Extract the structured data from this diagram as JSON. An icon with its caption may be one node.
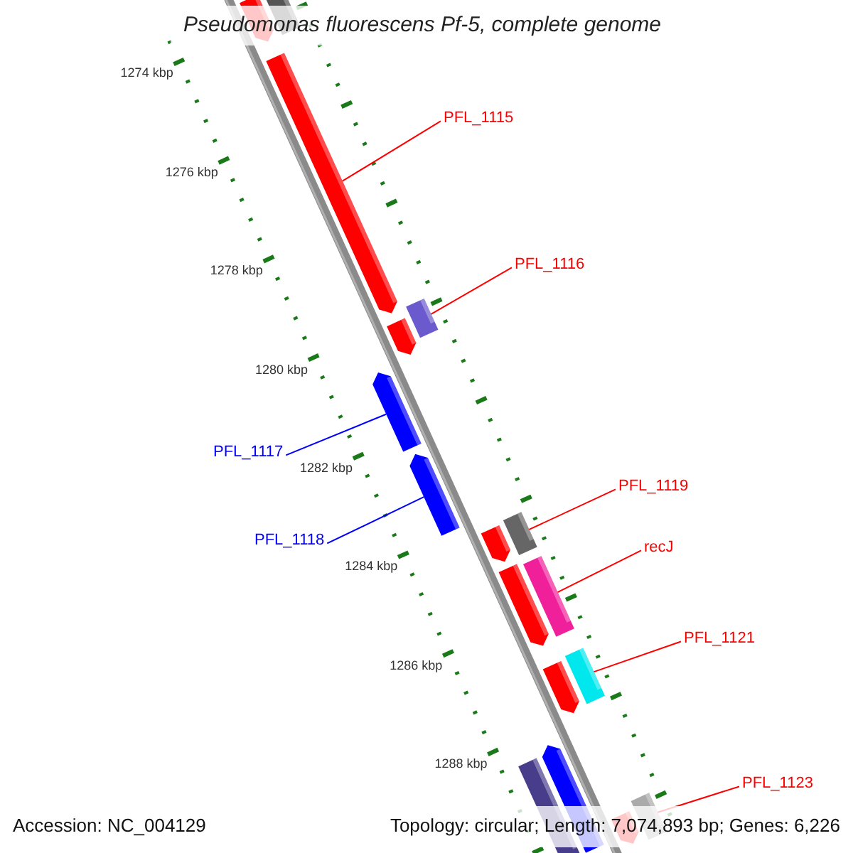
{
  "diagram": {
    "title": "Pseudomonas fluorescens Pf-5, complete genome",
    "nodes": [
      {
        "text": [],
        "shape": "bar"
      },
      {
        "text": [],
        "shape": "bar"
      },
      {
        "text": [
          "PFL_1115"
        ]
      },
      {
        "text": [],
        "shape": "bar"
      },
      {
        "text": [
          "PFL_1116"
        ]
      },
      {
        "text": [],
        "shape": "bar"
      },
      {
        "text": [],
        "shape": "bar"
      },
      {
        "text": [
          "PFL_1117"
        ]
      },
      {
        "text": [],
        "shape": "bar"
      },
      {
        "text": [
          "PFL_1118"
        ]
      },
      {
        "text": [],
        "shape": "bar"
      },
      {
        "text": [
          "PFL_1119"
        ]
      },
      {
        "text": [],
        "shape": "bar"
      },
      {
        "text": [],
        "shape": "bar"
      },
      {
        "text": [
          "recJ"
        ]
      },
      {
        "text": [],
        "shape": "bar"
      },
      {
        "text": [],
        "shape": "bar"
      },
      {
        "text": [
          "PFL_1121"
        ]
      },
      {
        "text": [],
        "shape": "bar"
      },
      {
        "text": [],
        "shape": "bar"
      },
      {
        "text": [],
        "shape": "bar"
      },
      {
        "text": [],
        "shape": "bar"
      },
      {
        "text": [
          "PFL_1123"
        ]
      },
      {
        "text": [],
        "shape": "bar"
      },
      {
        "text": [],
        "shape": "bar"
      }
    ],
    "edges": [
      {
        "from": 2,
        "to": 3,
        "arrow": "none"
      },
      {
        "from": 4,
        "to": 6,
        "arrow": "none"
      },
      {
        "from": 7,
        "to": 8,
        "arrow": "none",
        "color": "#0000ff"
      },
      {
        "from": 9,
        "to": 10,
        "arrow": "none",
        "color": "#0000ff"
      },
      {
        "from": 11,
        "to": 13,
        "arrow": "none"
      },
      {
        "from": 14,
        "to": 16,
        "arrow": "none"
      },
      {
        "from": 17,
        "to": 19,
        "arrow": "none"
      },
      {
        "from": 22,
        "to": 24,
        "arrow": "none"
      }
    ],
    "labels": [
      "1274 kbp",
      "1276 kbp",
      "1278 kbp",
      "1280 kbp",
      "1282 kbp",
      "1284 kbp",
      "1286 kbp",
      "1288 kbp",
      "Accession: NC_004129",
      "Topology: circular; Length: 7,074,893 bp; Genes: 6,226"
    ]
  }
}
